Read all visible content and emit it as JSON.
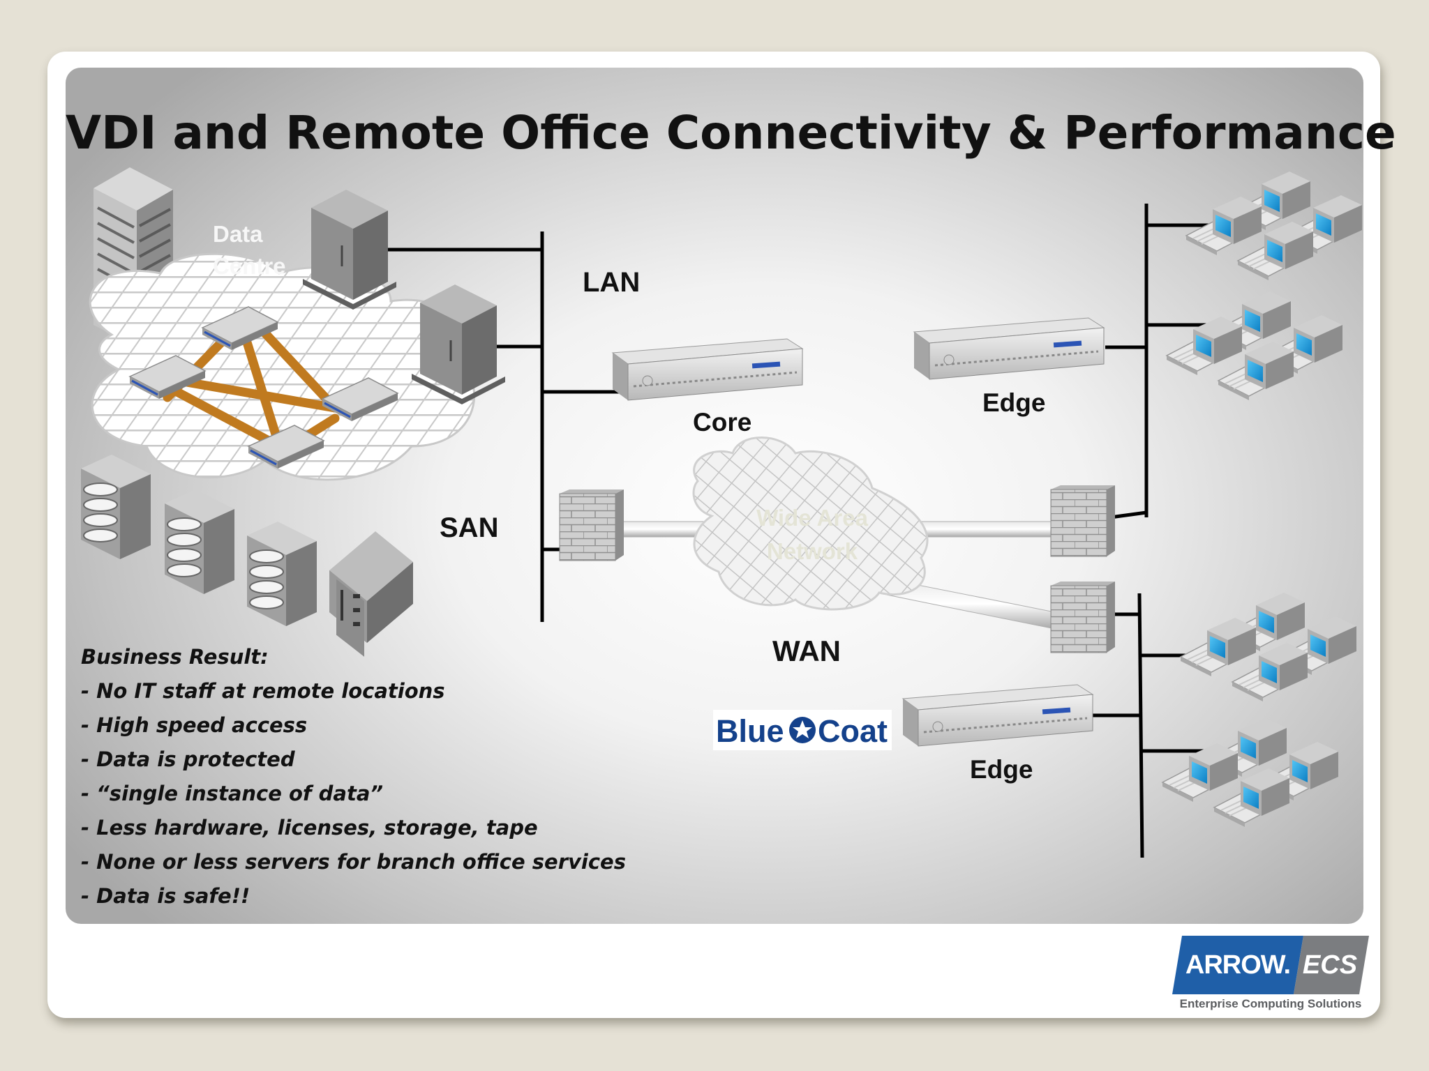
{
  "slide": {
    "title": "VDI and Remote Office Connectivity  & Performance"
  },
  "diagram": {
    "data_centre": [
      "Data",
      "Centre"
    ],
    "lan": "LAN",
    "san": "SAN",
    "core": "Core",
    "edge_top": "Edge",
    "edge_bottom": "Edge",
    "wan": "WAN",
    "wide_area_network": [
      "Wide Area",
      "Network"
    ],
    "bluecoat": {
      "left": "Blue",
      "right": "Coat"
    }
  },
  "business_result": {
    "heading": "Business Result:",
    "items": [
      "- No IT staff at remote locations",
      "- High speed access",
      "- Data is protected",
      "- “single instance of data”",
      "- Less hardware, licenses, storage, tape",
      "- None or less servers for branch office services",
      "- Data is safe!!"
    ]
  },
  "logo": {
    "brand": "ARROW.",
    "division": "ECS",
    "tagline": "Enterprise Computing Solutions"
  },
  "colors": {
    "logo_blue": "#1f5fa8",
    "logo_grey": "#7b7d80",
    "fabric_link": "#c07a1f",
    "monitor_screen": "#1a9ee0"
  }
}
